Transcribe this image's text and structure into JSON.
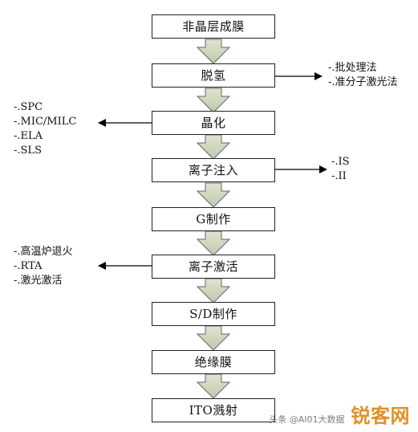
{
  "steps": [
    {
      "id": "s1",
      "label": "非晶层成膜"
    },
    {
      "id": "s2",
      "label": "脱氢"
    },
    {
      "id": "s3",
      "label": "晶化"
    },
    {
      "id": "s4",
      "label": "离子注入"
    },
    {
      "id": "s5",
      "label": "G制作"
    },
    {
      "id": "s6",
      "label": "离子激活"
    },
    {
      "id": "s7",
      "label": "S/D制作"
    },
    {
      "id": "s8",
      "label": "绝缘膜"
    },
    {
      "id": "s9",
      "label": "ITO溅射"
    }
  ],
  "notes": [
    {
      "id": "dehydrogenation_methods",
      "target_step": "s2",
      "side": "right",
      "items": [
        "-.批处理法",
        "-.准分子激光法"
      ]
    },
    {
      "id": "crystallization_methods",
      "target_step": "s3",
      "side": "left",
      "items": [
        "-.SPC",
        "-.MIC/MILC",
        "-.ELA",
        "-.SLS"
      ]
    },
    {
      "id": "implant_methods",
      "target_step": "s4",
      "side": "right",
      "items": [
        "-.IS",
        "-.II"
      ]
    },
    {
      "id": "activation_methods",
      "target_step": "s6",
      "side": "left",
      "items": [
        "-.高温炉退火",
        "-.RTA",
        "-.激光激活"
      ]
    }
  ],
  "watermark": {
    "author": "头条 @AI01大数据",
    "brand": "锐客网"
  }
}
